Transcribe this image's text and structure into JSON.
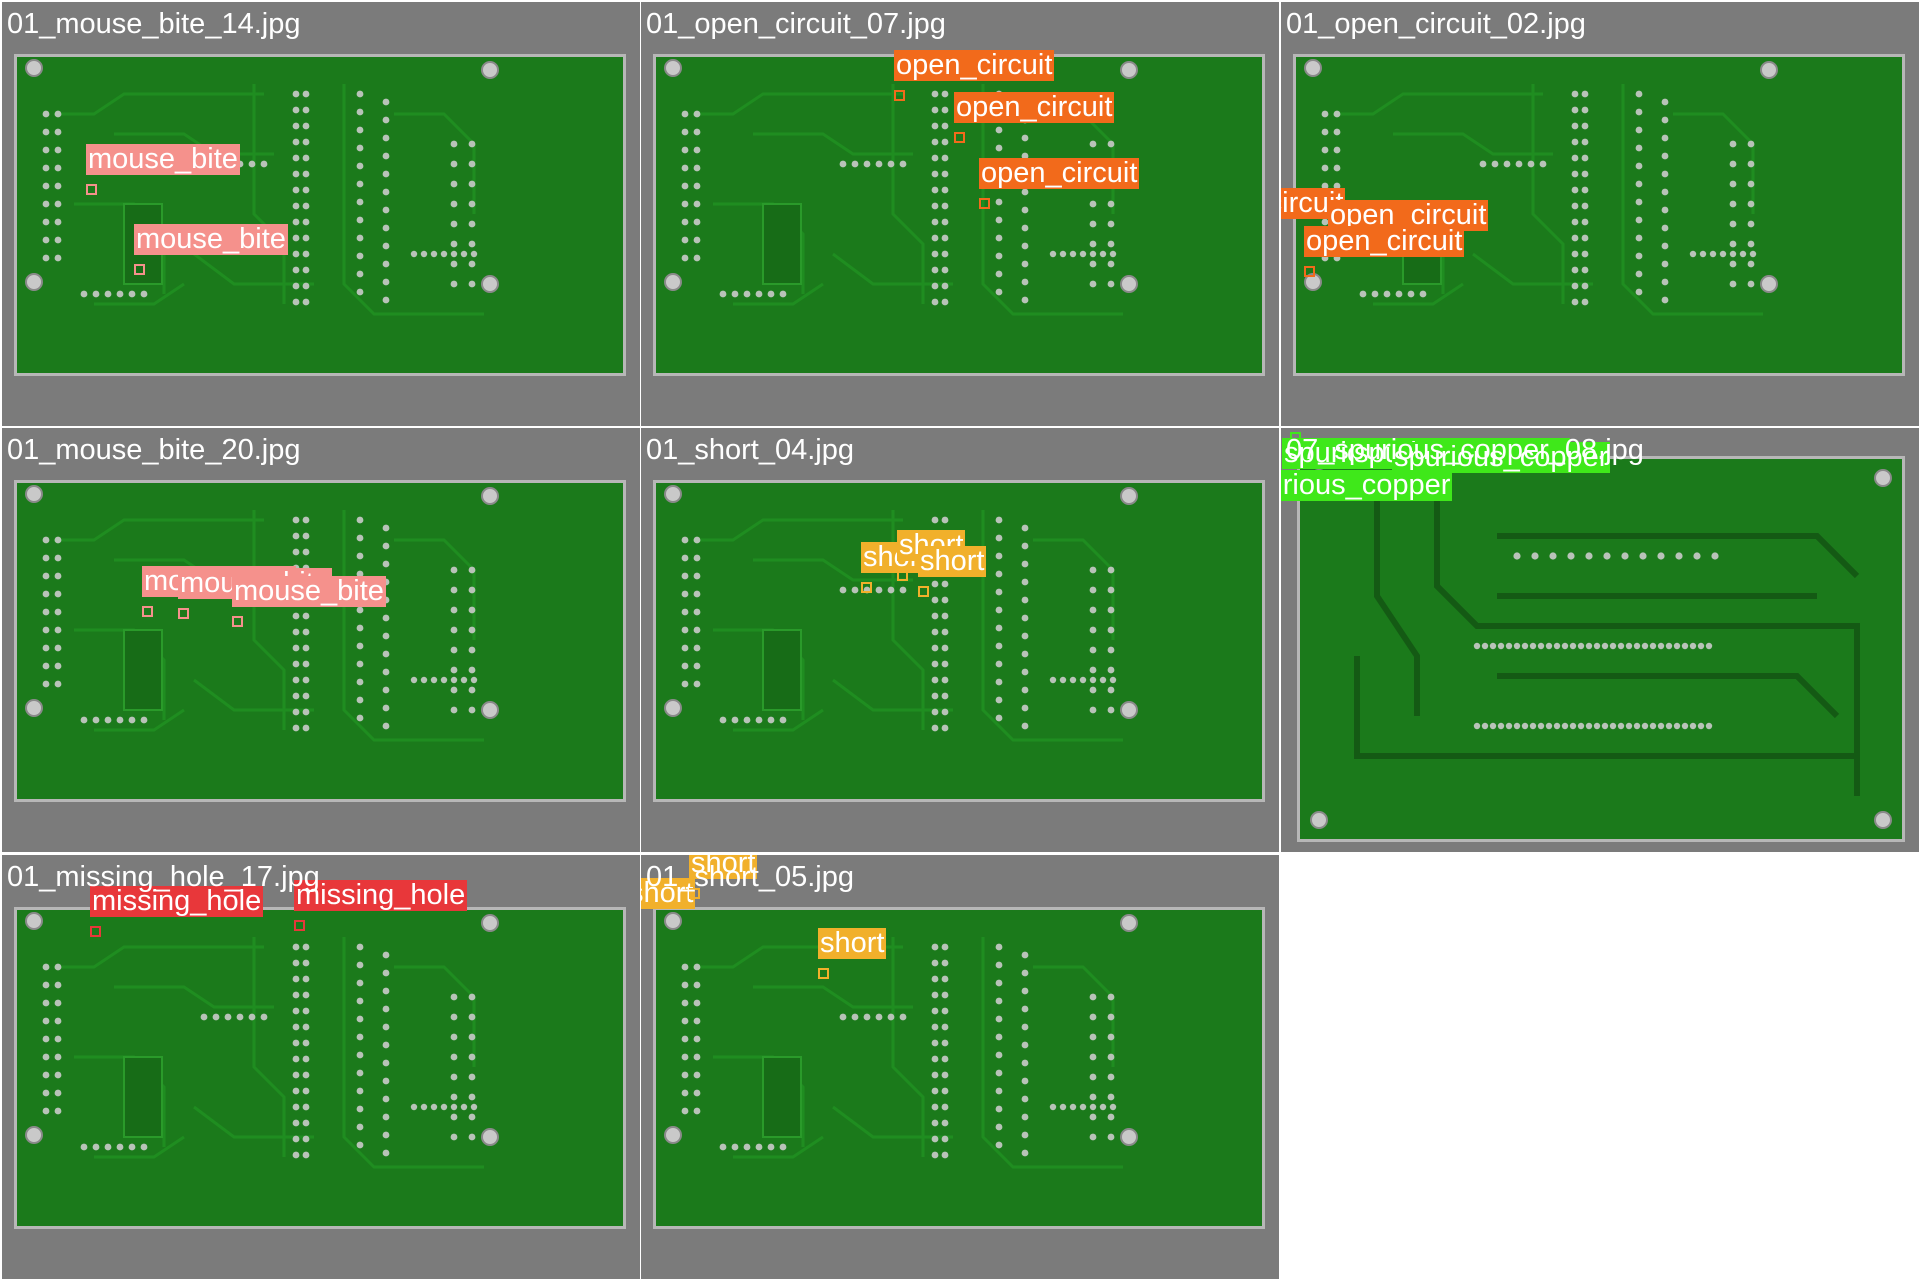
{
  "colors": {
    "mouse_bite": "#f5918c",
    "open_circuit": "#f26a1b",
    "missing_hole": "#e8373a",
    "short": "#f1b02b",
    "spurious_copper": "#3fe81a",
    "pcb_green": "#1b7a1b",
    "trace_green": "#1f8d20",
    "tile_gray": "#7b7b7b"
  },
  "tiles": [
    {
      "title": "01_mouse_bite_14.jpg",
      "rotated": false,
      "detections": [
        {
          "label": "mouse_bite",
          "cls": "mouse_bite"
        },
        {
          "label": "mouse_bite",
          "cls": "mouse_bite"
        }
      ]
    },
    {
      "title": "01_open_circuit_07.jpg",
      "rotated": false,
      "detections": [
        {
          "label": "open_circuit",
          "cls": "open_circuit"
        },
        {
          "label": "open_circuit",
          "cls": "open_circuit"
        },
        {
          "label": "open_circuit",
          "cls": "open_circuit"
        }
      ]
    },
    {
      "title": "01_open_circuit_02.jpg",
      "rotated": false,
      "detections": [
        {
          "label": "open_circuit",
          "cls": "open_circuit"
        },
        {
          "label": "open_circuit",
          "cls": "open_circuit"
        },
        {
          "label": "open_circuit",
          "cls": "open_circuit"
        }
      ]
    },
    {
      "title": "01_mouse_bite_20.jpg",
      "rotated": false,
      "detections": [
        {
          "label": "mouse_bite",
          "cls": "mouse_bite"
        },
        {
          "label": "mouse_bite",
          "cls": "mouse_bite"
        },
        {
          "label": "mouse_bite",
          "cls": "mouse_bite"
        }
      ]
    },
    {
      "title": "01_short_04.jpg",
      "rotated": false,
      "detections": [
        {
          "label": "short",
          "cls": "short"
        },
        {
          "label": "short",
          "cls": "short"
        },
        {
          "label": "short",
          "cls": "short"
        }
      ]
    },
    {
      "title": "07_spurious_copper_08.jpg",
      "rotated": true,
      "detections": [
        {
          "label": "spurious_copper",
          "cls": "spurious_copper"
        },
        {
          "label": "spurious_copper",
          "cls": "spurious_copper"
        },
        {
          "label": "spurious_copper",
          "cls": "spurious_copper"
        },
        {
          "label": "spurious_copper",
          "cls": "spurious_copper"
        },
        {
          "label": "spurious_copper",
          "cls": "spurious_copper"
        }
      ]
    },
    {
      "title": "01_missing_hole_17.jpg",
      "rotated": false,
      "detections": [
        {
          "label": "missing_hole",
          "cls": "missing_hole"
        },
        {
          "label": "missing_hole",
          "cls": "missing_hole"
        },
        {
          "label": "missing_hole",
          "cls": "missing_hole"
        }
      ]
    },
    {
      "title": "01_short_05.jpg",
      "rotated": false,
      "detections": [
        {
          "label": "short",
          "cls": "short"
        },
        {
          "label": "short",
          "cls": "short"
        },
        {
          "label": "short",
          "cls": "short"
        }
      ]
    }
  ]
}
